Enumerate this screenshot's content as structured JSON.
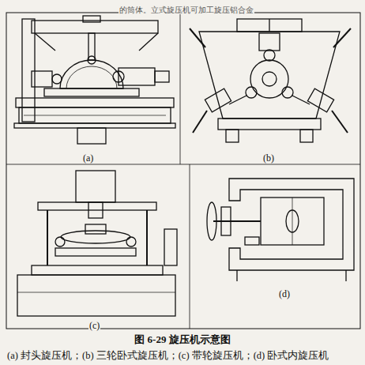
{
  "diagram": {
    "caption": "图 6-29 旋压机示意图",
    "labels": [
      "的筒体。立式旋压机可加工旋压铝合金",
      "(a)",
      "(b)",
      "(c)",
      "(d)",
      "(a) 封头旋压机；(b) 三轮卧式旋压机；(c) 带轮旋压机；(d) 卧式内旋压机"
    ]
  }
}
